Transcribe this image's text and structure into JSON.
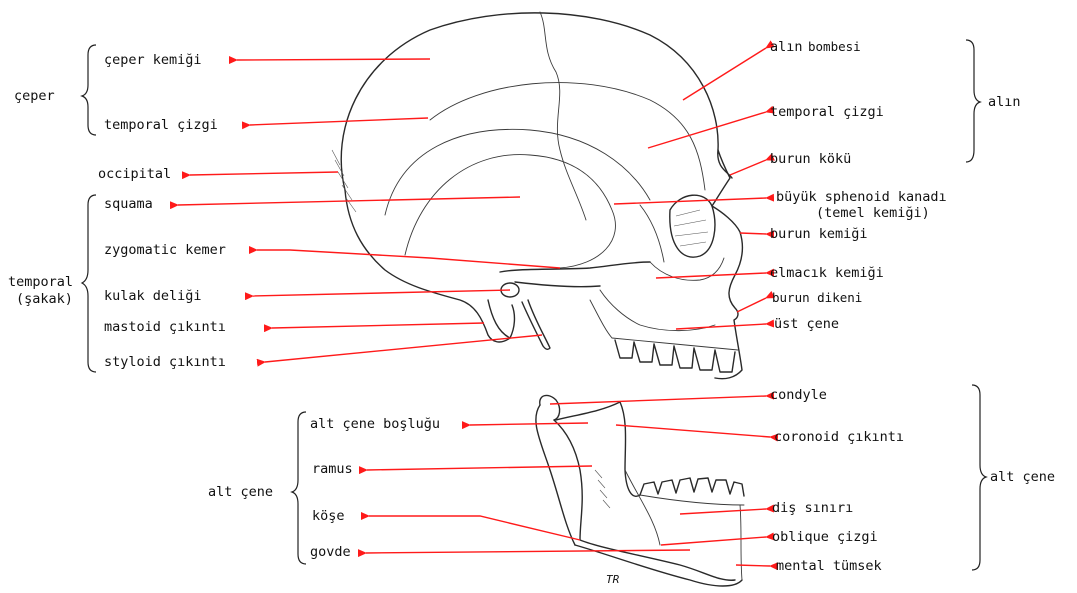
{
  "accent_color": "#ff1a1a",
  "labels": {
    "ceper_kemigi": "çeper kemiği",
    "ceper_temporal_cizgi": "temporal çizgi",
    "occipital": "occipital",
    "squama": "squama",
    "zygomatic_kemer": "zygomatic kemer",
    "kulak_deligi": "kulak deliği",
    "mastoid": "mastoid çıkıntı",
    "styloid": "styloid çıkıntı",
    "alin_bombesi_a": "alın",
    "alin_bombesi_b": "bombesi",
    "alin_temporal_cizgi": "temporal çizgi",
    "burun_koku": "burun kökü",
    "sphenoid_1": "büyük sphenoid kanadı",
    "sphenoid_2": "(temel kemiği)",
    "burun_kemigi": "burun kemiği",
    "elmacik": "elmacık kemiği",
    "burun_dikeni": "burun dikeni",
    "ust_cene": "üst çene",
    "condyle": "condyle",
    "alt_cene_boslugu": "alt çene boşluğu",
    "coronoid": "coronoid çıkıntı",
    "ramus": "ramus",
    "dis_siniri": "diş sınırı",
    "kose": "köşe",
    "oblique": "oblique çizgi",
    "govde": "govde",
    "mental": "mental tümsek"
  },
  "groups": {
    "ceper": "çeper",
    "temporal_1": "temporal",
    "temporal_2": "(şakak)",
    "alin": "alın",
    "alt_cene_left": "alt çene",
    "alt_cene_right": "alt çene"
  },
  "signature": "TR"
}
